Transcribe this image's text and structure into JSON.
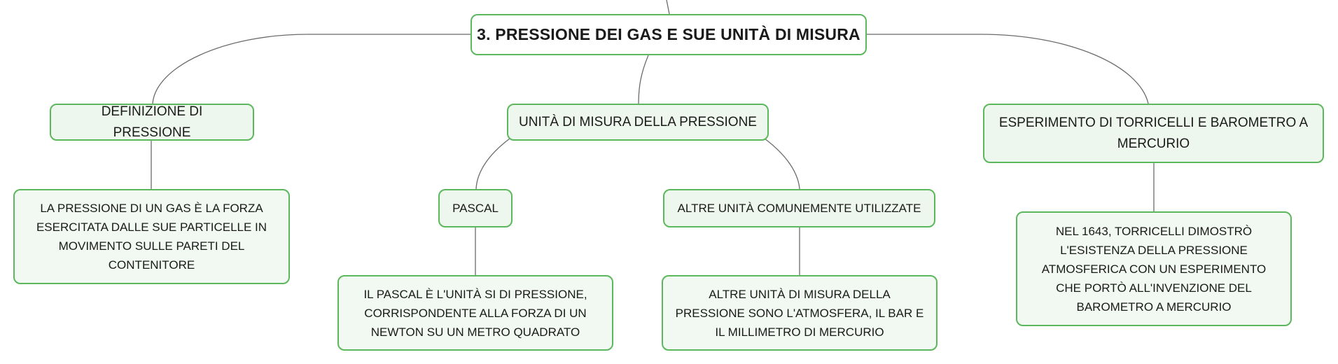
{
  "map": {
    "root": {
      "label": "3. PRESSIONE DEI GAS E SUE UNITÀ DI MISURA"
    },
    "definizione": {
      "label": "DEFINIZIONE DI PRESSIONE",
      "detail": "LA PRESSIONE DI UN GAS È LA FORZA ESERCITATA DALLE SUE PARTICELLE IN MOVIMENTO SULLE PARETI DEL CONTENITORE"
    },
    "unita": {
      "label": "UNITÀ DI MISURA DELLA PRESSIONE",
      "pascal": {
        "label": "PASCAL",
        "detail": "IL PASCAL È L'UNITÀ SI DI PRESSIONE, CORRISPONDENTE ALLA FORZA DI UN NEWTON SU UN METRO QUADRATO"
      },
      "altre": {
        "label": "ALTRE UNITÀ COMUNEMENTE UTILIZZATE",
        "detail": "ALTRE UNITÀ DI MISURA DELLA PRESSIONE SONO L'ATMOSFERA, IL BAR E IL MILLIMETRO DI MERCURIO"
      }
    },
    "torricelli": {
      "label": "ESPERIMENTO DI TORRICELLI E BAROMETRO A MERCURIO",
      "detail": "NEL 1643, TORRICELLI DIMOSTRÒ L'ESISTENZA DELLA PRESSIONE ATMOSFERICA CON UN ESPERIMENTO CHE PORTÒ ALL'INVENZIONE DEL BAROMETRO A MERCURIO"
    }
  },
  "colors": {
    "node_border": "#5cb85c",
    "node_fill": "#eef7ee",
    "connector": "#6b6b6b"
  }
}
